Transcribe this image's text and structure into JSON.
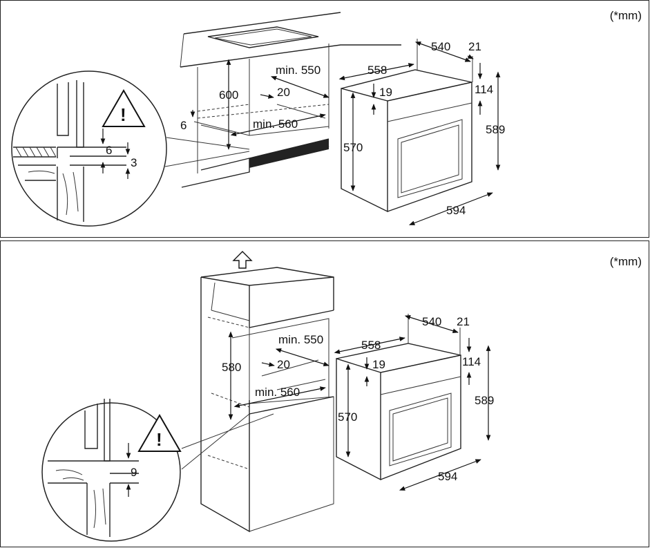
{
  "unit_note": "(*mm)",
  "top": {
    "dims": {
      "d540": "540",
      "d21": "21",
      "d558": "558",
      "d19": "19",
      "d114": "114",
      "d589": "589",
      "d570": "570",
      "d594": "594",
      "d600": "600",
      "dmin550": "min. 550",
      "d20": "20",
      "dmin560": "min. 560",
      "d6a": "6",
      "d6b": "6",
      "d3": "3"
    }
  },
  "bottom": {
    "dims": {
      "d540": "540",
      "d21": "21",
      "d558": "558",
      "d19": "19",
      "d114": "114",
      "d589": "589",
      "d570": "570",
      "d594": "594",
      "d580": "580",
      "dmin550": "min. 550",
      "d20": "20",
      "dmin560": "min. 560",
      "d9": "9"
    }
  },
  "warning_icon": "warning-triangle-icon",
  "up_arrow_icon": "up-arrow-icon"
}
